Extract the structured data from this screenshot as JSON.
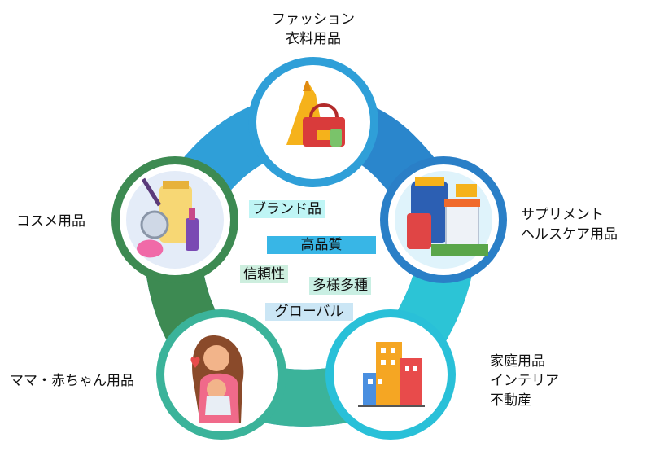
{
  "category_labels": {
    "fashion": [
      "ファッション",
      "衣料用品"
    ],
    "cosmetics": [
      "コスメ用品"
    ],
    "supplements": [
      "サプリメント",
      "ヘルスケア用品"
    ],
    "home": [
      "家庭用品",
      "インテリア",
      "不動産"
    ],
    "baby": [
      "ママ・赤ちゃん用品"
    ]
  },
  "features": [
    "ブランド品",
    "高品質",
    "信頼性",
    "多様多種",
    "グローバル"
  ],
  "colors": {
    "ring_fashion": "#2f9fd8",
    "ring_supplements": "#2a7fc7",
    "ring_home": "#29c0d8",
    "ring_baby": "#3bb39a",
    "ring_cosmetics": "#3d8a52",
    "tag_brand": "#bff5f5",
    "tag_quality": "#38b6e6",
    "tag_trust": "#cdeede",
    "tag_variety": "#c9efe3",
    "tag_global": "#cbe6f5"
  },
  "icons": [
    "dress-and-handbag-icon",
    "supplement-bottles-icon",
    "buildings-icon",
    "mother-and-baby-icon",
    "cosmetics-icon"
  ]
}
